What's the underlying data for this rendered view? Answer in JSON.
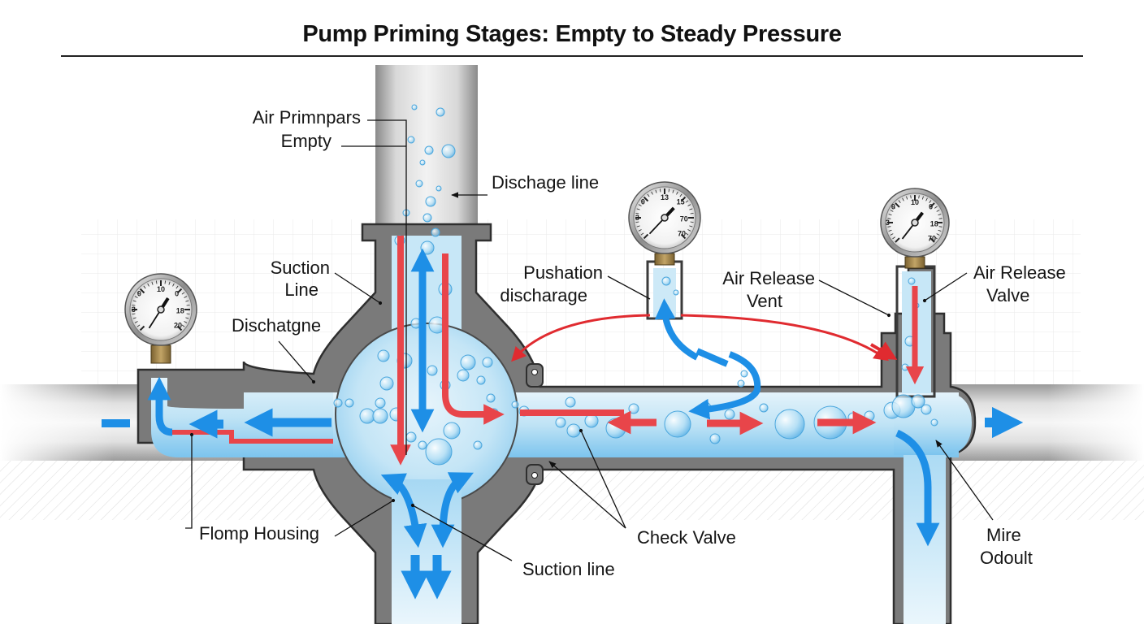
{
  "title": "Pump Priming Stages: Empty to Steady Pressure",
  "colors": {
    "water": "#bfe3f5",
    "water_deep": "#8fcdf0",
    "flow_arrow": "#1e8fe6",
    "air_arrow": "#e8454a",
    "housing": "#6e6e6e",
    "housing_dark": "#3c3c3c",
    "pipe_gray": "#d4d4d4",
    "bubble": "#a9dcf5",
    "gauge_brass": "#a98a4a"
  },
  "labels": {
    "air_primnpars": "Air Primnpars",
    "empty": "Empty",
    "dischage_line": "Dischage line",
    "suction_line_top_1": "Suction",
    "suction_line_top_2": "Line",
    "dischatgne": "Dischatgne",
    "pushation_1": "Pushation",
    "pushation_2": "discharage",
    "air_release_vent_1": "Air Release",
    "air_release_vent_2": "Vent",
    "air_release_valve_1": "Air Release",
    "air_release_valve_2": "Valve",
    "flomp_housing": "Flomp Housing",
    "check_valve": "Check Valve",
    "suction_line_bottom": "Suction line",
    "mire_1": "Mire",
    "mire_2": "Odoult"
  },
  "gauges": [
    {
      "name": "left-pressure-gauge",
      "ticks": [
        "0",
        "10",
        "0",
        "3",
        "18",
        "20"
      ],
      "reading_fraction": 0.62
    },
    {
      "name": "middle-pressure-gauge",
      "ticks": [
        "0",
        "13",
        "15",
        "3",
        "70",
        "70"
      ],
      "reading_fraction": 0.66
    },
    {
      "name": "right-pressure-gauge",
      "ticks": [
        "0",
        "10",
        "0",
        "3",
        "18",
        "70"
      ],
      "reading_fraction": 0.64
    }
  ]
}
